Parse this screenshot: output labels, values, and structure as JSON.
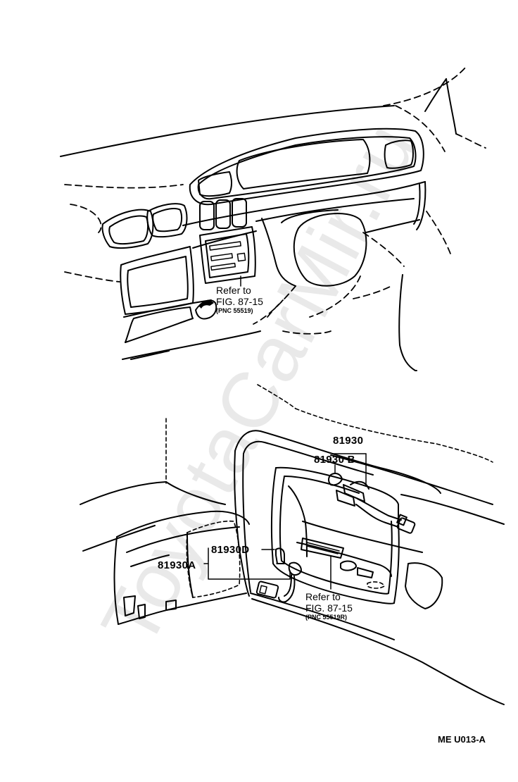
{
  "watermark": "ToyotaCarMir.ru",
  "figure_code": "ME U013-A",
  "top_view": {
    "refer_line1": "Refer to",
    "refer_line2": "FIG. 87-15",
    "refer_pnc": "(PNC 55519)"
  },
  "bottom_view": {
    "part_81930": "81930",
    "part_81930b": "81930 B",
    "part_81930d": "81930D",
    "part_81930a": "81930A",
    "refer_line1": "Refer to",
    "refer_line2": "FIG. 87-15",
    "refer_pnc": "(PNC 55519R)"
  }
}
